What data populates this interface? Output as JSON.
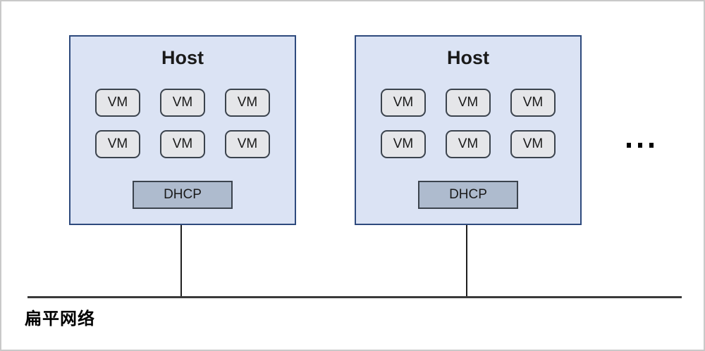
{
  "diagram": {
    "hosts": [
      {
        "title": "Host",
        "vms": [
          "VM",
          "VM",
          "VM",
          "VM",
          "VM",
          "VM"
        ],
        "dhcp_label": "DHCP"
      },
      {
        "title": "Host",
        "vms": [
          "VM",
          "VM",
          "VM",
          "VM",
          "VM",
          "VM"
        ],
        "dhcp_label": "DHCP"
      }
    ],
    "network_label": "扁平网络",
    "more_hosts_icon": "ellipsis-icon",
    "colors": {
      "frame_border": "#c9c9c9",
      "host_fill": "#dbe3f4",
      "host_border": "#2e4a7d",
      "vm_fill": "#e5e6e9",
      "vm_border": "#3b434d",
      "dhcp_fill": "#aebbce",
      "dhcp_border": "#3b434d",
      "connector": "#1f1f1f",
      "bus": "#3a3a3a",
      "text": "#1a1a1a"
    }
  }
}
